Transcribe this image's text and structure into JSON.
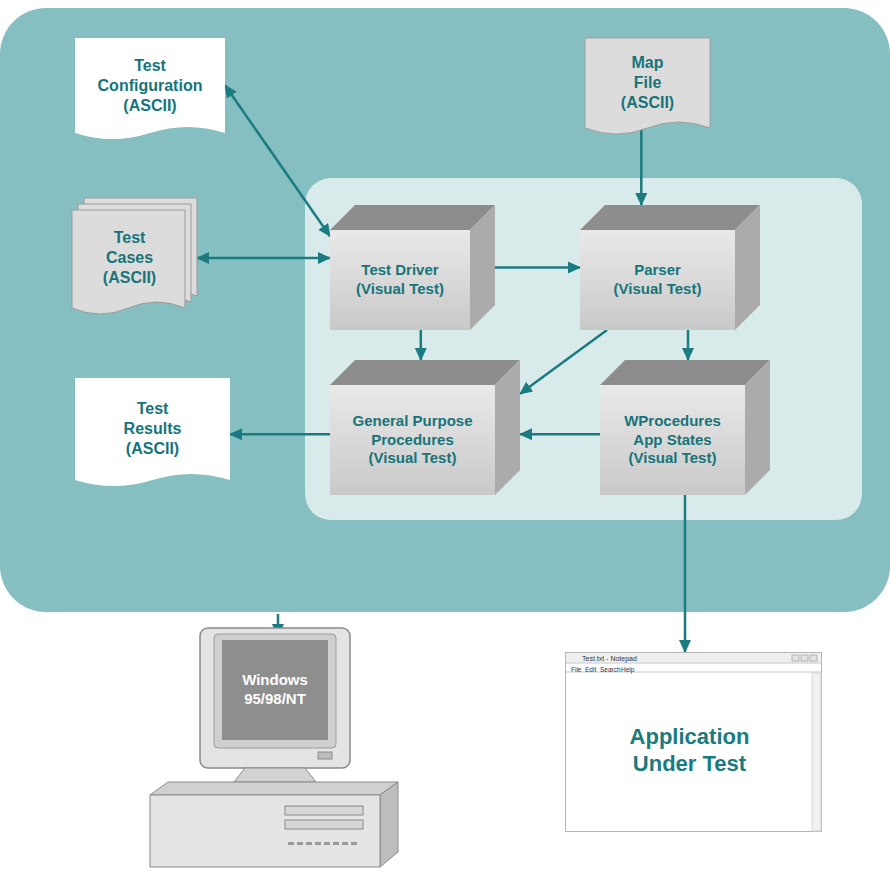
{
  "diagram": {
    "nodes": [
      {
        "text": [
          "Test Configuration",
          "(ASCII)"
        ]
      },
      {
        "text": [
          "Map File",
          "(ASCII)"
        ]
      },
      {
        "text": [
          "Test Cases",
          "(ASCII)"
        ]
      },
      {
        "text": [
          "Test Driver",
          "(Visual Test)"
        ]
      },
      {
        "text": [
          "Parser",
          "(Visual Test)"
        ]
      },
      {
        "text": [
          "Test Results",
          "(ASCII)"
        ]
      },
      {
        "text": [
          "General Purpose Procedures",
          "(Visual Test)"
        ]
      },
      {
        "text": [
          "WProcedures App States",
          "(Visual Test)"
        ]
      },
      {
        "text": [
          "Windows 95/98/NT"
        ]
      },
      {
        "text": [
          "Application Under Test"
        ]
      }
    ],
    "edges": [
      {
        "from": 0,
        "to": 3,
        "arrow": "both"
      },
      {
        "from": 2,
        "to": 3,
        "arrow": "both"
      },
      {
        "from": 3,
        "to": 4,
        "arrow": "to"
      },
      {
        "from": 1,
        "to": 4,
        "arrow": "to"
      },
      {
        "from": 3,
        "to": 6,
        "arrow": "to"
      },
      {
        "from": 4,
        "to": 6,
        "arrow": "to"
      },
      {
        "from": 4,
        "to": 7,
        "arrow": "to"
      },
      {
        "from": 7,
        "to": 6,
        "arrow": "to"
      },
      {
        "from": 6,
        "to": 5,
        "arrow": "to"
      },
      {
        "from": 7,
        "to": 9,
        "arrow": "to"
      }
    ],
    "labels": [
      "Test.txt - Notepad",
      "File",
      "Edit",
      "Search",
      "Help"
    ]
  }
}
